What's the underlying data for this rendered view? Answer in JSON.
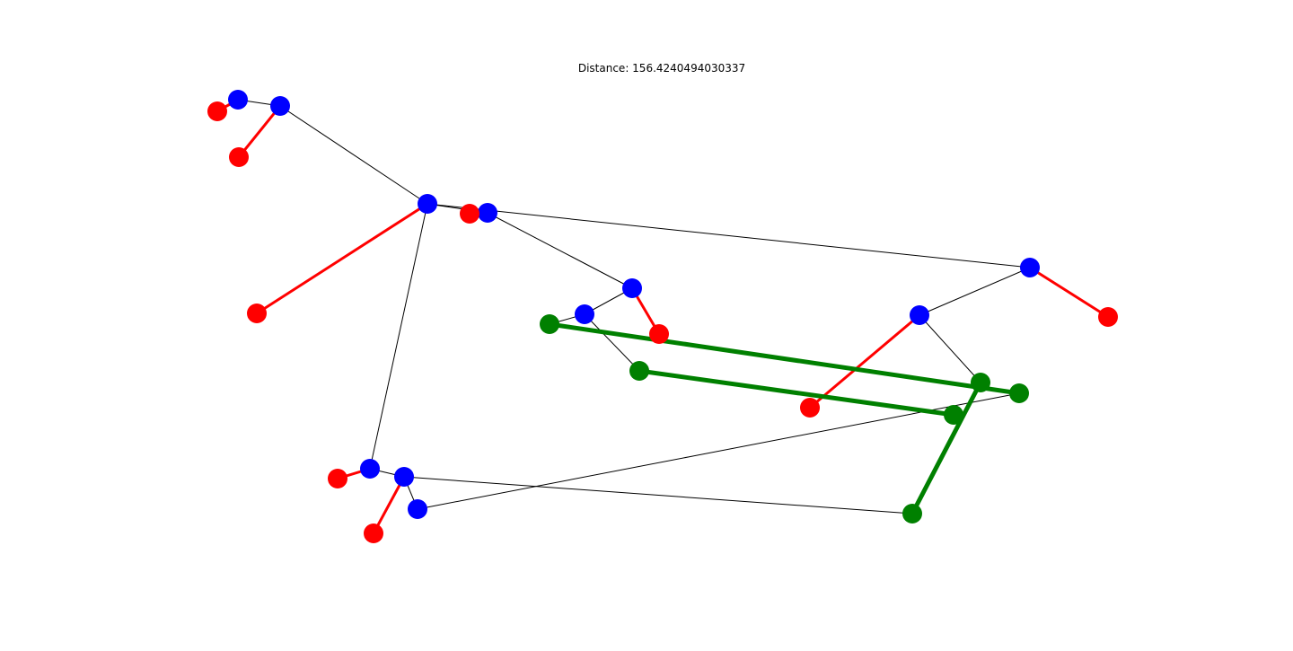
{
  "title": "Distance: 156.4240494030337",
  "colors": {
    "blue": "#0000ff",
    "red": "#ff0000",
    "green": "#008000",
    "black": "#000000"
  },
  "nodes": [
    {
      "id": "n1",
      "color": "blue"
    },
    {
      "id": "n2",
      "color": "blue"
    },
    {
      "id": "n3",
      "color": "red"
    },
    {
      "id": "n4",
      "color": "red"
    },
    {
      "id": "n5",
      "color": "blue"
    },
    {
      "id": "n6",
      "color": "red"
    },
    {
      "id": "n7",
      "color": "blue"
    },
    {
      "id": "n8",
      "color": "red"
    },
    {
      "id": "n9",
      "color": "blue"
    },
    {
      "id": "n10",
      "color": "blue"
    },
    {
      "id": "n11",
      "color": "green"
    },
    {
      "id": "n12",
      "color": "red"
    },
    {
      "id": "n13",
      "color": "green"
    },
    {
      "id": "n14",
      "color": "blue"
    },
    {
      "id": "n15",
      "color": "red"
    },
    {
      "id": "n16",
      "color": "blue"
    },
    {
      "id": "n17",
      "color": "red"
    },
    {
      "id": "n18",
      "color": "blue"
    },
    {
      "id": "n19",
      "color": "green"
    },
    {
      "id": "n20",
      "color": "green"
    },
    {
      "id": "n21",
      "color": "blue"
    },
    {
      "id": "n22",
      "color": "blue"
    },
    {
      "id": "n23",
      "color": "red"
    },
    {
      "id": "n24",
      "color": "red"
    },
    {
      "id": "n25",
      "color": "green"
    },
    {
      "id": "n26",
      "color": "green"
    }
  ],
  "edges": [
    {
      "from": "n1",
      "to": "n2",
      "color": "black"
    },
    {
      "from": "n2",
      "to": "n5",
      "color": "black"
    },
    {
      "from": "n5",
      "to": "n7",
      "color": "black"
    },
    {
      "from": "n7",
      "to": "n9",
      "color": "black"
    },
    {
      "from": "n9",
      "to": "n10",
      "color": "black"
    },
    {
      "from": "n10",
      "to": "n11",
      "color": "black"
    },
    {
      "from": "n10",
      "to": "n13",
      "color": "black"
    },
    {
      "from": "n5",
      "to": "n21",
      "color": "black"
    },
    {
      "from": "n21",
      "to": "n22",
      "color": "black"
    },
    {
      "from": "n22",
      "to": "n25",
      "color": "black"
    },
    {
      "from": "n14",
      "to": "n16",
      "color": "black"
    },
    {
      "from": "n16",
      "to": "n18",
      "color": "black"
    },
    {
      "from": "n16",
      "to": "n26",
      "color": "black"
    },
    {
      "from": "n18",
      "to": "n19",
      "color": "black"
    },
    {
      "from": "n1",
      "to": "n3",
      "color": "red"
    },
    {
      "from": "n2",
      "to": "n4",
      "color": "red"
    },
    {
      "from": "n5",
      "to": "n6",
      "color": "red"
    },
    {
      "from": "n7",
      "to": "n8",
      "color": "red"
    },
    {
      "from": "n9",
      "to": "n12",
      "color": "red"
    },
    {
      "from": "n14",
      "to": "n15",
      "color": "red"
    },
    {
      "from": "n16",
      "to": "n17",
      "color": "red"
    },
    {
      "from": "n21",
      "to": "n23",
      "color": "red"
    },
    {
      "from": "n22",
      "to": "n24",
      "color": "red"
    },
    {
      "from": "n11",
      "to": "n19",
      "color": "green"
    },
    {
      "from": "n13",
      "to": "n20",
      "color": "green"
    },
    {
      "from": "n25",
      "to": "n26",
      "color": "green"
    }
  ]
}
